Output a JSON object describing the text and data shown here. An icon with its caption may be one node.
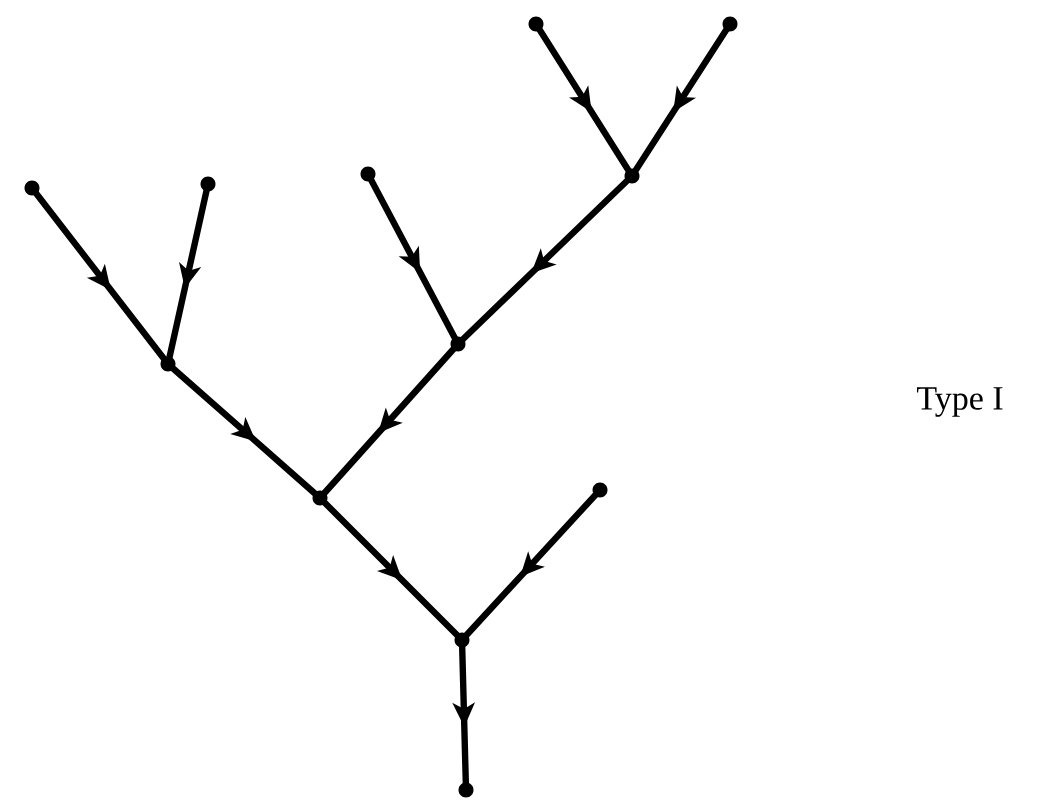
{
  "diagram": {
    "nodes": [
      {
        "text": [],
        "shape": "circle"
      },
      {
        "text": [],
        "shape": "circle"
      },
      {
        "text": [],
        "shape": "circle"
      },
      {
        "text": [],
        "shape": "circle"
      },
      {
        "text": [],
        "shape": "circle"
      },
      {
        "text": [],
        "shape": "circle"
      },
      {
        "text": [],
        "shape": "circle"
      },
      {
        "text": [],
        "shape": "circle"
      },
      {
        "text": [],
        "shape": "circle"
      },
      {
        "text": [],
        "shape": "circle"
      },
      {
        "text": [],
        "shape": "circle"
      },
      {
        "text": [],
        "shape": "circle"
      }
    ],
    "edges": [
      {
        "from": 0,
        "to": 6,
        "arrow": "to"
      },
      {
        "from": 1,
        "to": 6,
        "arrow": "to"
      },
      {
        "from": 3,
        "to": 5,
        "arrow": "to"
      },
      {
        "from": 4,
        "to": 5,
        "arrow": "to"
      },
      {
        "from": 2,
        "to": 7,
        "arrow": "to"
      },
      {
        "from": 5,
        "to": 7,
        "arrow": "to"
      },
      {
        "from": 6,
        "to": 8,
        "arrow": "to"
      },
      {
        "from": 7,
        "to": 8,
        "arrow": "to"
      },
      {
        "from": 8,
        "to": 10,
        "arrow": "to"
      },
      {
        "from": 9,
        "to": 10,
        "arrow": "to"
      },
      {
        "from": 10,
        "to": 11,
        "arrow": "to"
      }
    ],
    "labels": [
      "Type I"
    ]
  }
}
